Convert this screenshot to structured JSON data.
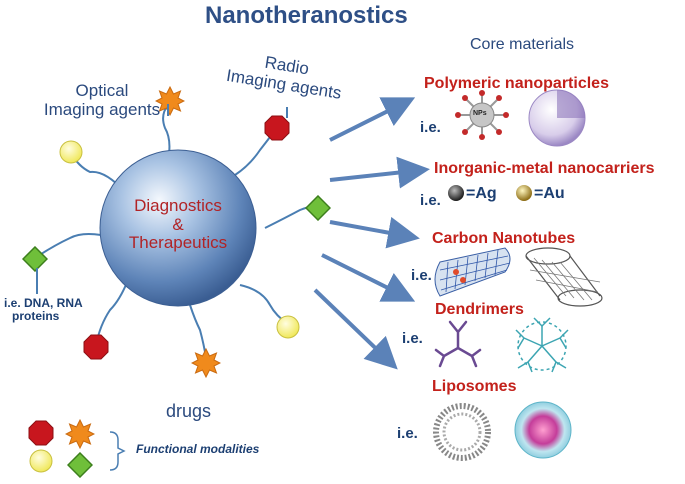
{
  "title": "Nanotheranostics",
  "core_materials_label": "Core materials",
  "center": {
    "line1": "Diagnostics",
    "line2": "&",
    "line3": "Therapeutics"
  },
  "ligands": {
    "optical": {
      "line1": "Optical",
      "line2": "Imaging agents"
    },
    "radio": {
      "line1": "Radio",
      "line2": "Imaging agents"
    },
    "dna": {
      "line1": "i.e. DNA, RNA",
      "line2": "proteins"
    },
    "drugs": "drugs"
  },
  "legend": {
    "label": "Functional modalities"
  },
  "materials": [
    {
      "name": "Polymeric nanoparticles",
      "ie": "i.e.",
      "badge": "NPs"
    },
    {
      "name": "Inorganic-metal nanocarriers",
      "ie": "i.e.",
      "ag": "=Ag",
      "au": "=Au"
    },
    {
      "name": "Carbon Nanotubes",
      "ie": "i.e."
    },
    {
      "name": "Dendrimers",
      "ie": "i.e."
    },
    {
      "name": "Liposomes",
      "ie": "i.e."
    }
  ],
  "colors": {
    "title": "#2e4f86",
    "material_name": "#c3211b",
    "center_text": "#b12326",
    "arrow": "#5b82b8",
    "drug_star": "#f08a1c",
    "radio_hexagon": "#c8161e",
    "optical_circle": "#f3ef6a",
    "dna_diamond": "#6fbf3a"
  }
}
